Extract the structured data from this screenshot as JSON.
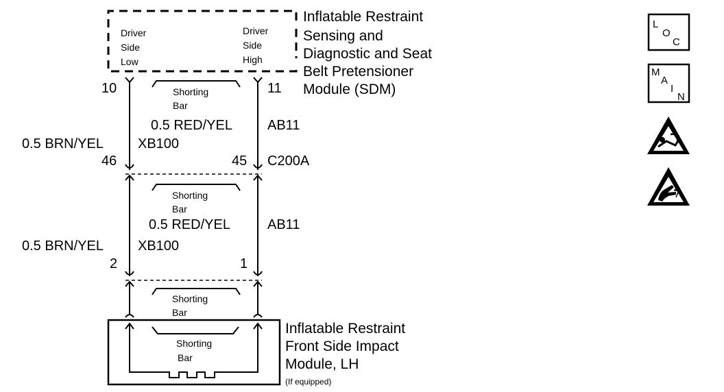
{
  "sdm": {
    "title_lines": [
      "Inflatable Restraint",
      "Sensing and",
      "Diagnostic and Seat",
      "Belt Pretensioner",
      "Module (SDM)"
    ],
    "left_label_lines": [
      "Driver",
      "Side",
      "Low"
    ],
    "right_label_lines": [
      "Driver",
      "Side",
      "High"
    ],
    "pin_left": "10",
    "pin_right": "11",
    "shorting_bar": [
      "Shorting",
      "Bar"
    ]
  },
  "connector_upper": {
    "right_wire": "0.5 RED/YEL",
    "right_circuit": "AB11",
    "left_wire": "0.5 BRN/YEL",
    "left_circuit": "XB100",
    "pin_left": "46",
    "pin_right": "45",
    "connector_id": "C200A",
    "shorting_bar": [
      "Shorting",
      "Bar"
    ]
  },
  "connector_lower": {
    "right_wire": "0.5 RED/YEL",
    "right_circuit": "AB11",
    "left_wire": "0.5 BRN/YEL",
    "left_circuit": "XB100",
    "pin_left": "2",
    "pin_right": "1",
    "shorting_bar": [
      "Shorting",
      "Bar"
    ]
  },
  "impact_module": {
    "title_lines": [
      "Inflatable Restraint",
      "Front Side Impact",
      "Module, LH"
    ],
    "note": "(If equipped)",
    "shorting_bar_outer": [
      "Shorting",
      "Bar"
    ],
    "shorting_bar_inner": [
      "Shorting",
      "Bar"
    ]
  },
  "icons": {
    "loc": [
      "L",
      "O",
      "C"
    ],
    "main": [
      "M",
      "A",
      "I",
      "N"
    ],
    "airbag_warning": "airbag-warning-icon",
    "esd_warning": "esd-warning-icon"
  }
}
